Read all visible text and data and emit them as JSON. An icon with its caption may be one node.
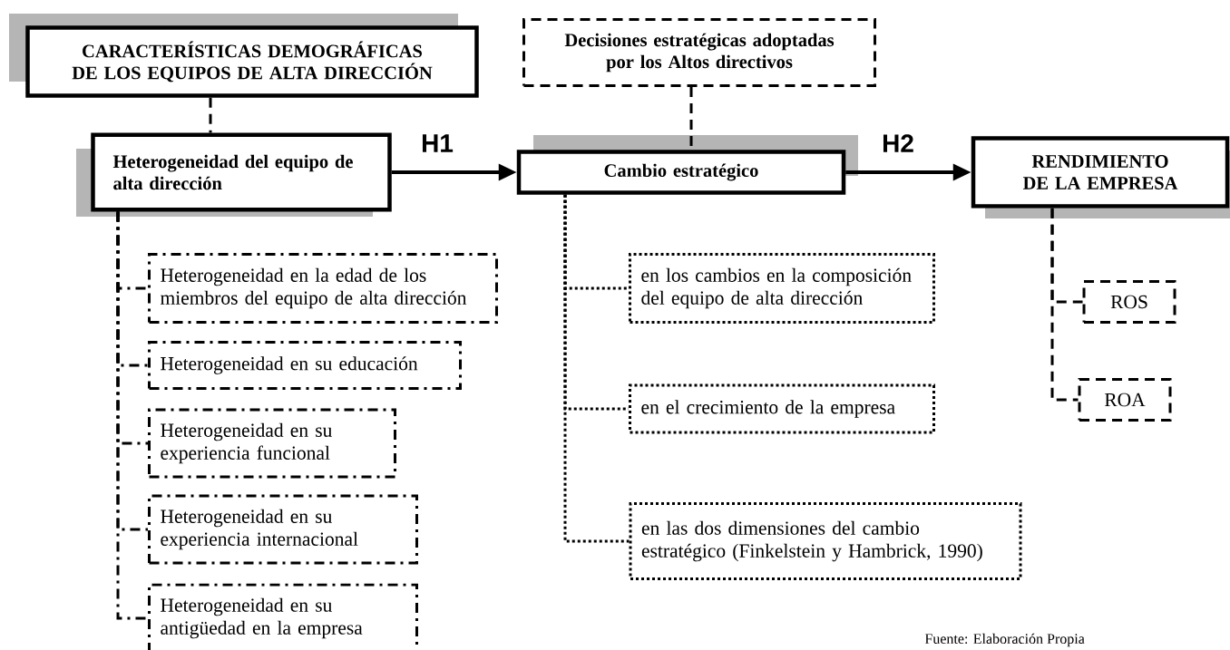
{
  "diagram": {
    "caption": "Fuente: Elaboración Propia",
    "nodes": [
      {
        "text": [
          "CARACTERÍSTICAS DEMOGRÁFICAS DE LOS EQUIPOS DE ALTA DIRECCIÓN"
        ]
      },
      {
        "text": [
          "Decisiones estratégicas adoptadas por los Altos directivos"
        ]
      },
      {
        "text": [
          "Heterogeneidad del equipo de alta dirección"
        ]
      },
      {
        "text": [
          "Cambio estratégico"
        ]
      },
      {
        "text": [
          "RENDIMIENTO DE LA EMPRESA"
        ]
      },
      {
        "text": [
          "Heterogeneidad en la edad de los miembros del equipo de alta dirección"
        ]
      },
      {
        "text": [
          "Heterogeneidad en su educación"
        ]
      },
      {
        "text": [
          "Heterogeneidad en su experiencia funcional"
        ]
      },
      {
        "text": [
          "Heterogeneidad en su experiencia internacional"
        ]
      },
      {
        "text": [
          "Heterogeneidad en su antigüedad en la empresa"
        ]
      },
      {
        "text": [
          "en los cambios en la composición del equipo de alta dirección"
        ]
      },
      {
        "text": [
          "en el crecimiento de la empresa"
        ]
      },
      {
        "text": [
          "en las dos dimensiones del cambio estratégico (Finkelstein y Hambrick, 1990)"
        ]
      },
      {
        "text": [
          "ROS"
        ]
      },
      {
        "text": [
          "ROA"
        ]
      }
    ],
    "edges": [
      {
        "from": 0,
        "to": 2,
        "arrow": "none",
        "style": "dashed"
      },
      {
        "from": 1,
        "to": 3,
        "arrow": "none",
        "style": "dashed"
      },
      {
        "from": 2,
        "to": 3,
        "arrow": "to",
        "label": "H1"
      },
      {
        "from": 3,
        "to": 4,
        "arrow": "to",
        "label": "H2"
      },
      {
        "from": 2,
        "to": 5,
        "arrow": "none",
        "style": "dashed"
      },
      {
        "from": 2,
        "to": 6,
        "arrow": "none",
        "style": "dashed"
      },
      {
        "from": 2,
        "to": 7,
        "arrow": "none",
        "style": "dashed"
      },
      {
        "from": 2,
        "to": 8,
        "arrow": "none",
        "style": "dashed"
      },
      {
        "from": 2,
        "to": 9,
        "arrow": "none",
        "style": "dashed"
      },
      {
        "from": 3,
        "to": 10,
        "arrow": "none",
        "style": "dashed"
      },
      {
        "from": 3,
        "to": 11,
        "arrow": "none",
        "style": "dashed"
      },
      {
        "from": 3,
        "to": 12,
        "arrow": "none",
        "style": "dashed"
      },
      {
        "from": 4,
        "to": 13,
        "arrow": "none",
        "style": "dashed"
      },
      {
        "from": 4,
        "to": 14,
        "arrow": "none",
        "style": "dashed"
      }
    ]
  }
}
